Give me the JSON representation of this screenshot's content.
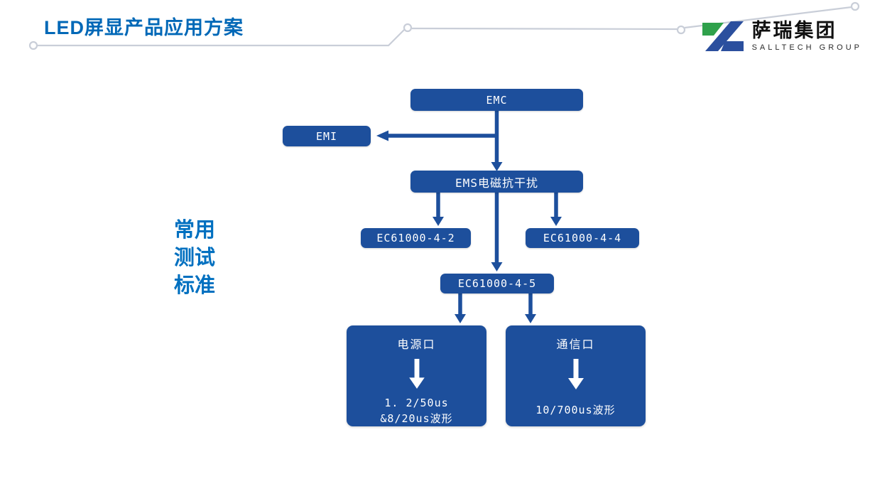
{
  "title": "LED屏显产品应用方案",
  "side_label": {
    "line1": "常用",
    "line2": "测试",
    "line3": "标准"
  },
  "logo": {
    "name": "萨瑞集团",
    "subtitle": "SALLTECH GROUP"
  },
  "diagram": {
    "emc": "EMC",
    "emi": "EMI",
    "ems": "EMS电磁抗干扰",
    "ec42": "EC61000-4-2",
    "ec44": "EC61000-4-4",
    "ec45": "EC61000-4-5",
    "power": {
      "title": "电源口",
      "line1": "1. 2/50us",
      "line2": "&8/20us波形"
    },
    "comm": {
      "title": "通信口",
      "line1": "10/700us波形"
    }
  },
  "colors": {
    "box_blue": "#1d4f9c",
    "title_blue": "#0068b7",
    "side_label_blue": "#0070c0",
    "logo_green": "#2fa14b",
    "logo_blue": "#2b4f9e",
    "deco_line_gray": "#c9ced8"
  }
}
